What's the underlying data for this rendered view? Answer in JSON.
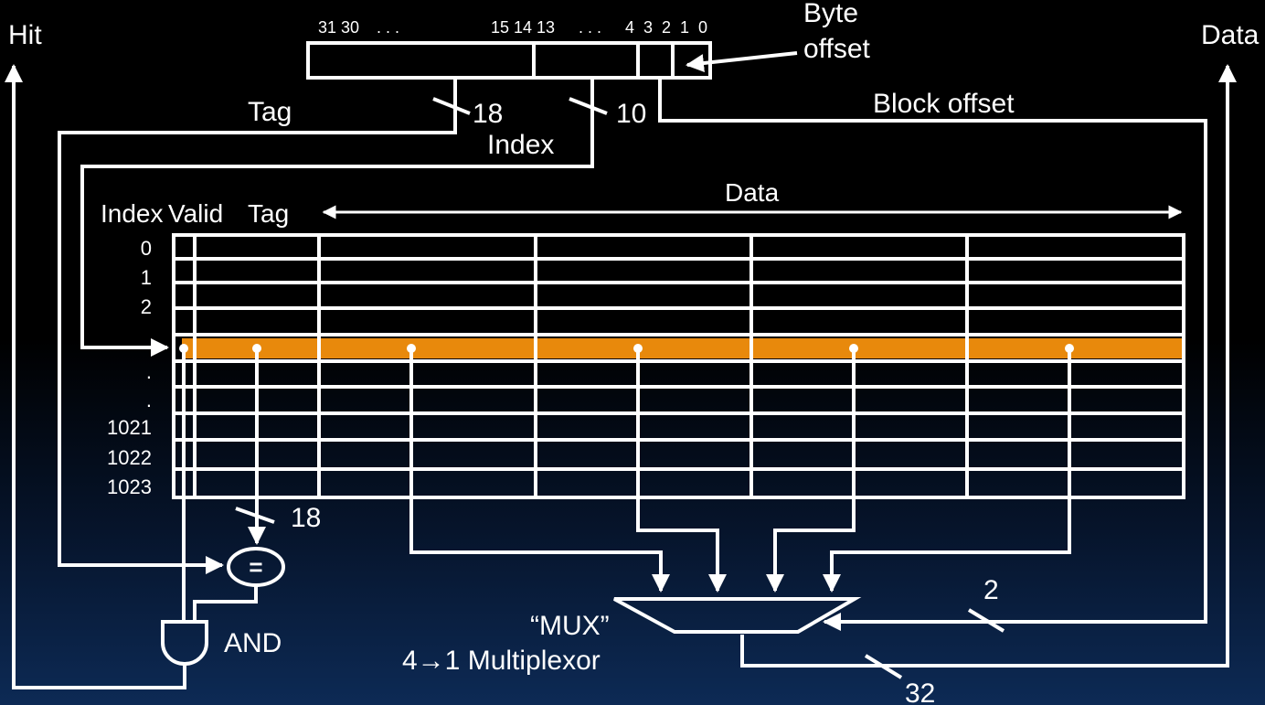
{
  "labels": {
    "hit": "Hit",
    "data_out": "Data",
    "byte_offset_line1": "Byte",
    "byte_offset_line2": "offset",
    "block_offset": "Block offset",
    "tag_field": "Tag",
    "index_field": "Index",
    "tag_width": "18",
    "index_width": "10",
    "compare_width": "18",
    "select_width": "2",
    "output_width": "32",
    "col_index": "Index",
    "col_valid": "Valid",
    "col_tag": "Tag",
    "col_data": "Data",
    "comparator": "=",
    "and_gate": "AND",
    "mux_line1": "“MUX”",
    "mux_line2": "4→1 Multiplexor"
  },
  "address_bits": {
    "high": "31 30",
    "dots_high": ". . .",
    "mid": "15 14 13",
    "dots_mid": ". . .",
    "low": "4  3  2  1  0"
  },
  "rows": [
    "0",
    "1",
    "2",
    ".",
    ".",
    ".",
    "1021",
    "1022",
    "1023"
  ],
  "colors": {
    "background": "#000000",
    "foreground": "#ffffff",
    "selected_row": "#e8890c"
  }
}
